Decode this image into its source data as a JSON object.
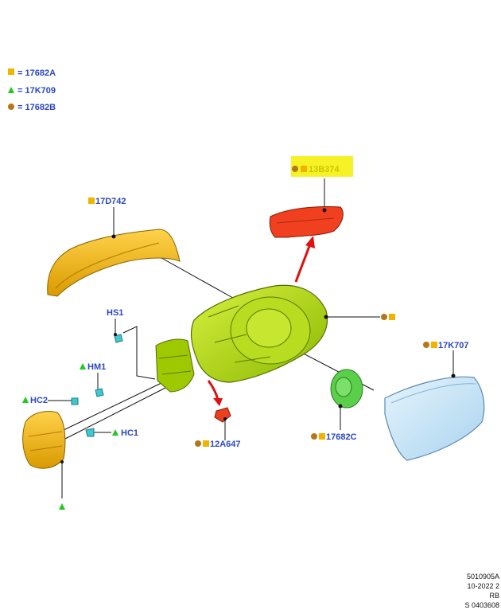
{
  "legend": [
    {
      "symbol": "square",
      "color": "#f0b400",
      "text": "= 17682A"
    },
    {
      "symbol": "triangle",
      "color": "#22c81e",
      "text": "= 17K709"
    },
    {
      "symbol": "circle",
      "color": "#b8741a",
      "text": "= 17682B"
    }
  ],
  "parts": {
    "p13B374": "13B374",
    "p17D742": "17D742",
    "pHS1": "HS1",
    "pHM1": "HM1",
    "pHC2": "HC2",
    "pHC1": "HC1",
    "p17K707": "17K707",
    "p17682C": "17682C",
    "p12A647": "12A647"
  },
  "footer": {
    "line1": "5010905A",
    "line2": "10-2022 2",
    "line3": "RB",
    "line4": "S 0403608"
  },
  "colors": {
    "label": "#2a46c8",
    "housing": "#a8d400",
    "cover": "#f0b400",
    "signal": "#f04020",
    "glass": "#bfe0f5",
    "highlight": "#f5f000"
  }
}
